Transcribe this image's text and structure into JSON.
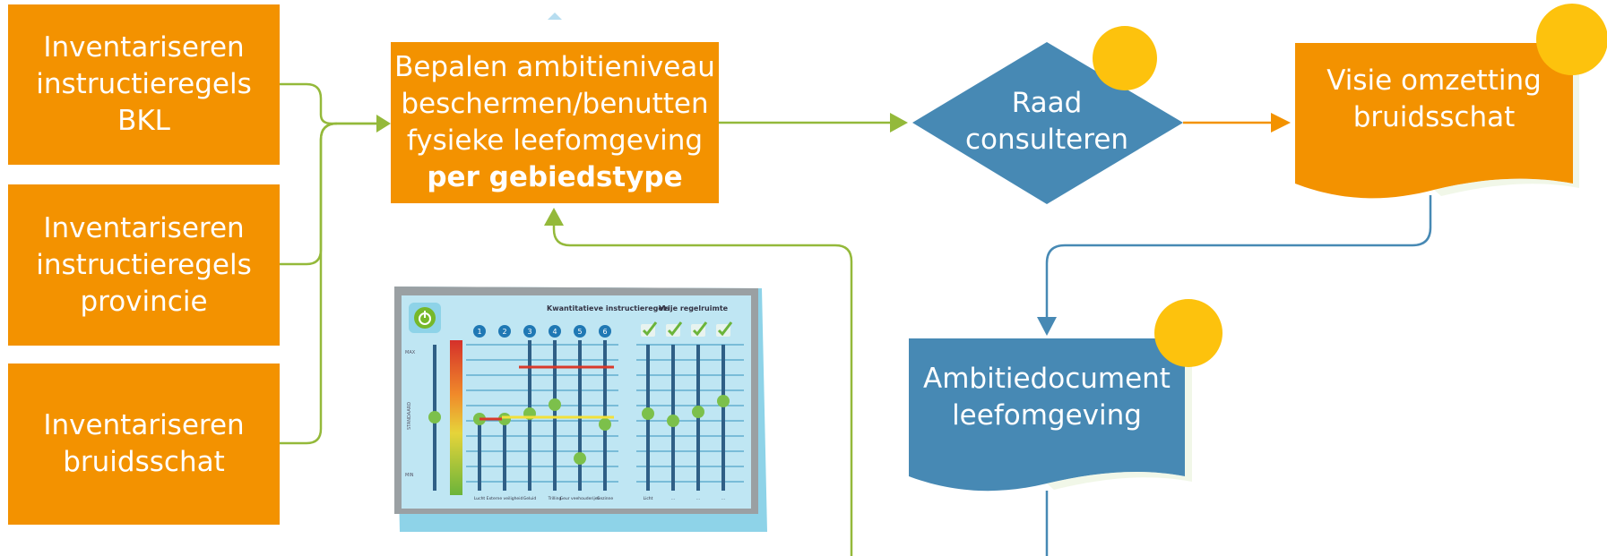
{
  "colors": {
    "orange": "#f39200",
    "blue": "#4789b4",
    "green": "#94b93a",
    "yellow": "#fdc20d",
    "light_blue": "#8ed3e8"
  },
  "left_boxes": [
    {
      "lines": [
        "Inventariseren",
        "instructieregels",
        "BKL"
      ]
    },
    {
      "lines": [
        "Inventariseren",
        "instructieregels",
        "provincie"
      ]
    },
    {
      "lines": [
        "Inventariseren",
        "bruidsschat"
      ]
    }
  ],
  "center_box": {
    "lines": [
      "Bepalen ambitieniveau",
      "beschermen/benutten",
      "fysieke leefomgeving"
    ],
    "bold_line": "per gebiedstype"
  },
  "decision": {
    "lines": [
      "Raad",
      "consulteren"
    ]
  },
  "doc_orange": {
    "lines": [
      "Visie omzetting",
      "bruidsschat"
    ]
  },
  "doc_blue": {
    "lines": [
      "Ambitiedocument",
      "leefomgeving"
    ]
  },
  "mixer": {
    "heading_quant": "Kwantitatieve instructieregels",
    "heading_free": "Vrije regelruimte",
    "numbers": [
      "1",
      "2",
      "3",
      "4",
      "5",
      "6"
    ],
    "label_max": "MAX",
    "label_standard": "STANDAARD",
    "label_min": "MIN",
    "fader_labels": [
      "Lucht",
      "Externe veiligheid",
      "Geluid",
      "Trilling",
      "Geur veehouderijen",
      "Gezinne",
      "Licht",
      "...",
      "...",
      "..."
    ]
  }
}
